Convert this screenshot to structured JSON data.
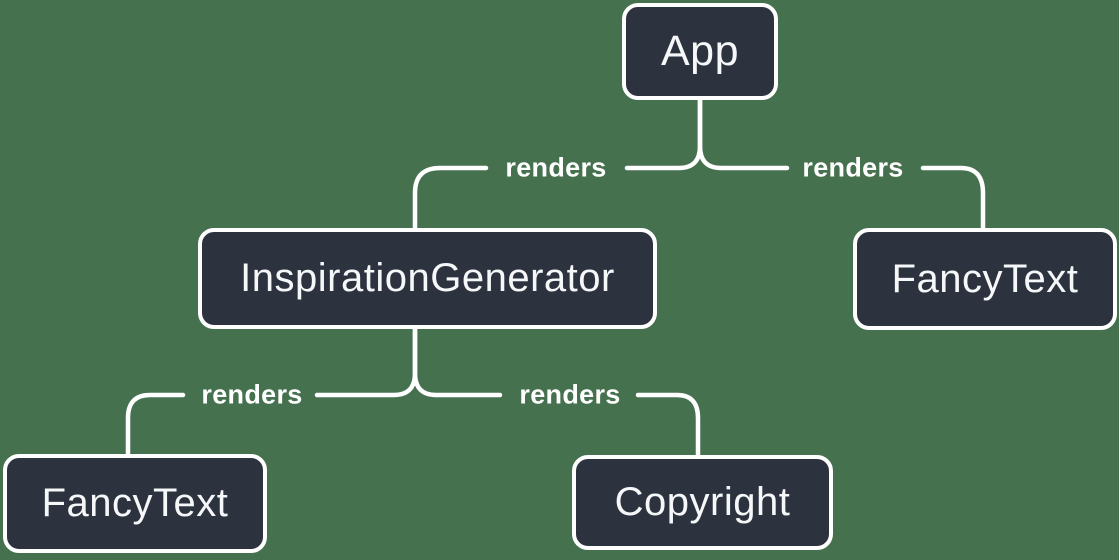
{
  "diagram": {
    "type": "tree",
    "description": "React render tree diagram",
    "nodes": {
      "app": {
        "label": "App"
      },
      "inspirationGenerator": {
        "label": "InspirationGenerator"
      },
      "fancyTextTop": {
        "label": "FancyText"
      },
      "fancyTextBottom": {
        "label": "FancyText"
      },
      "copyright": {
        "label": "Copyright"
      }
    },
    "edges": [
      {
        "from": "App",
        "to": "InspirationGenerator",
        "label": "renders"
      },
      {
        "from": "App",
        "to": "FancyText",
        "label": "renders"
      },
      {
        "from": "InspirationGenerator",
        "to": "FancyText",
        "label": "renders"
      },
      {
        "from": "InspirationGenerator",
        "to": "Copyright",
        "label": "renders"
      }
    ],
    "colors": {
      "background": "#46714F",
      "node_fill": "#2C333F",
      "node_border": "#FFFFFF",
      "node_text": "#F6F7F9",
      "edge_line": "#FFFFFF",
      "edge_label_text": "#FFFFFF"
    }
  }
}
